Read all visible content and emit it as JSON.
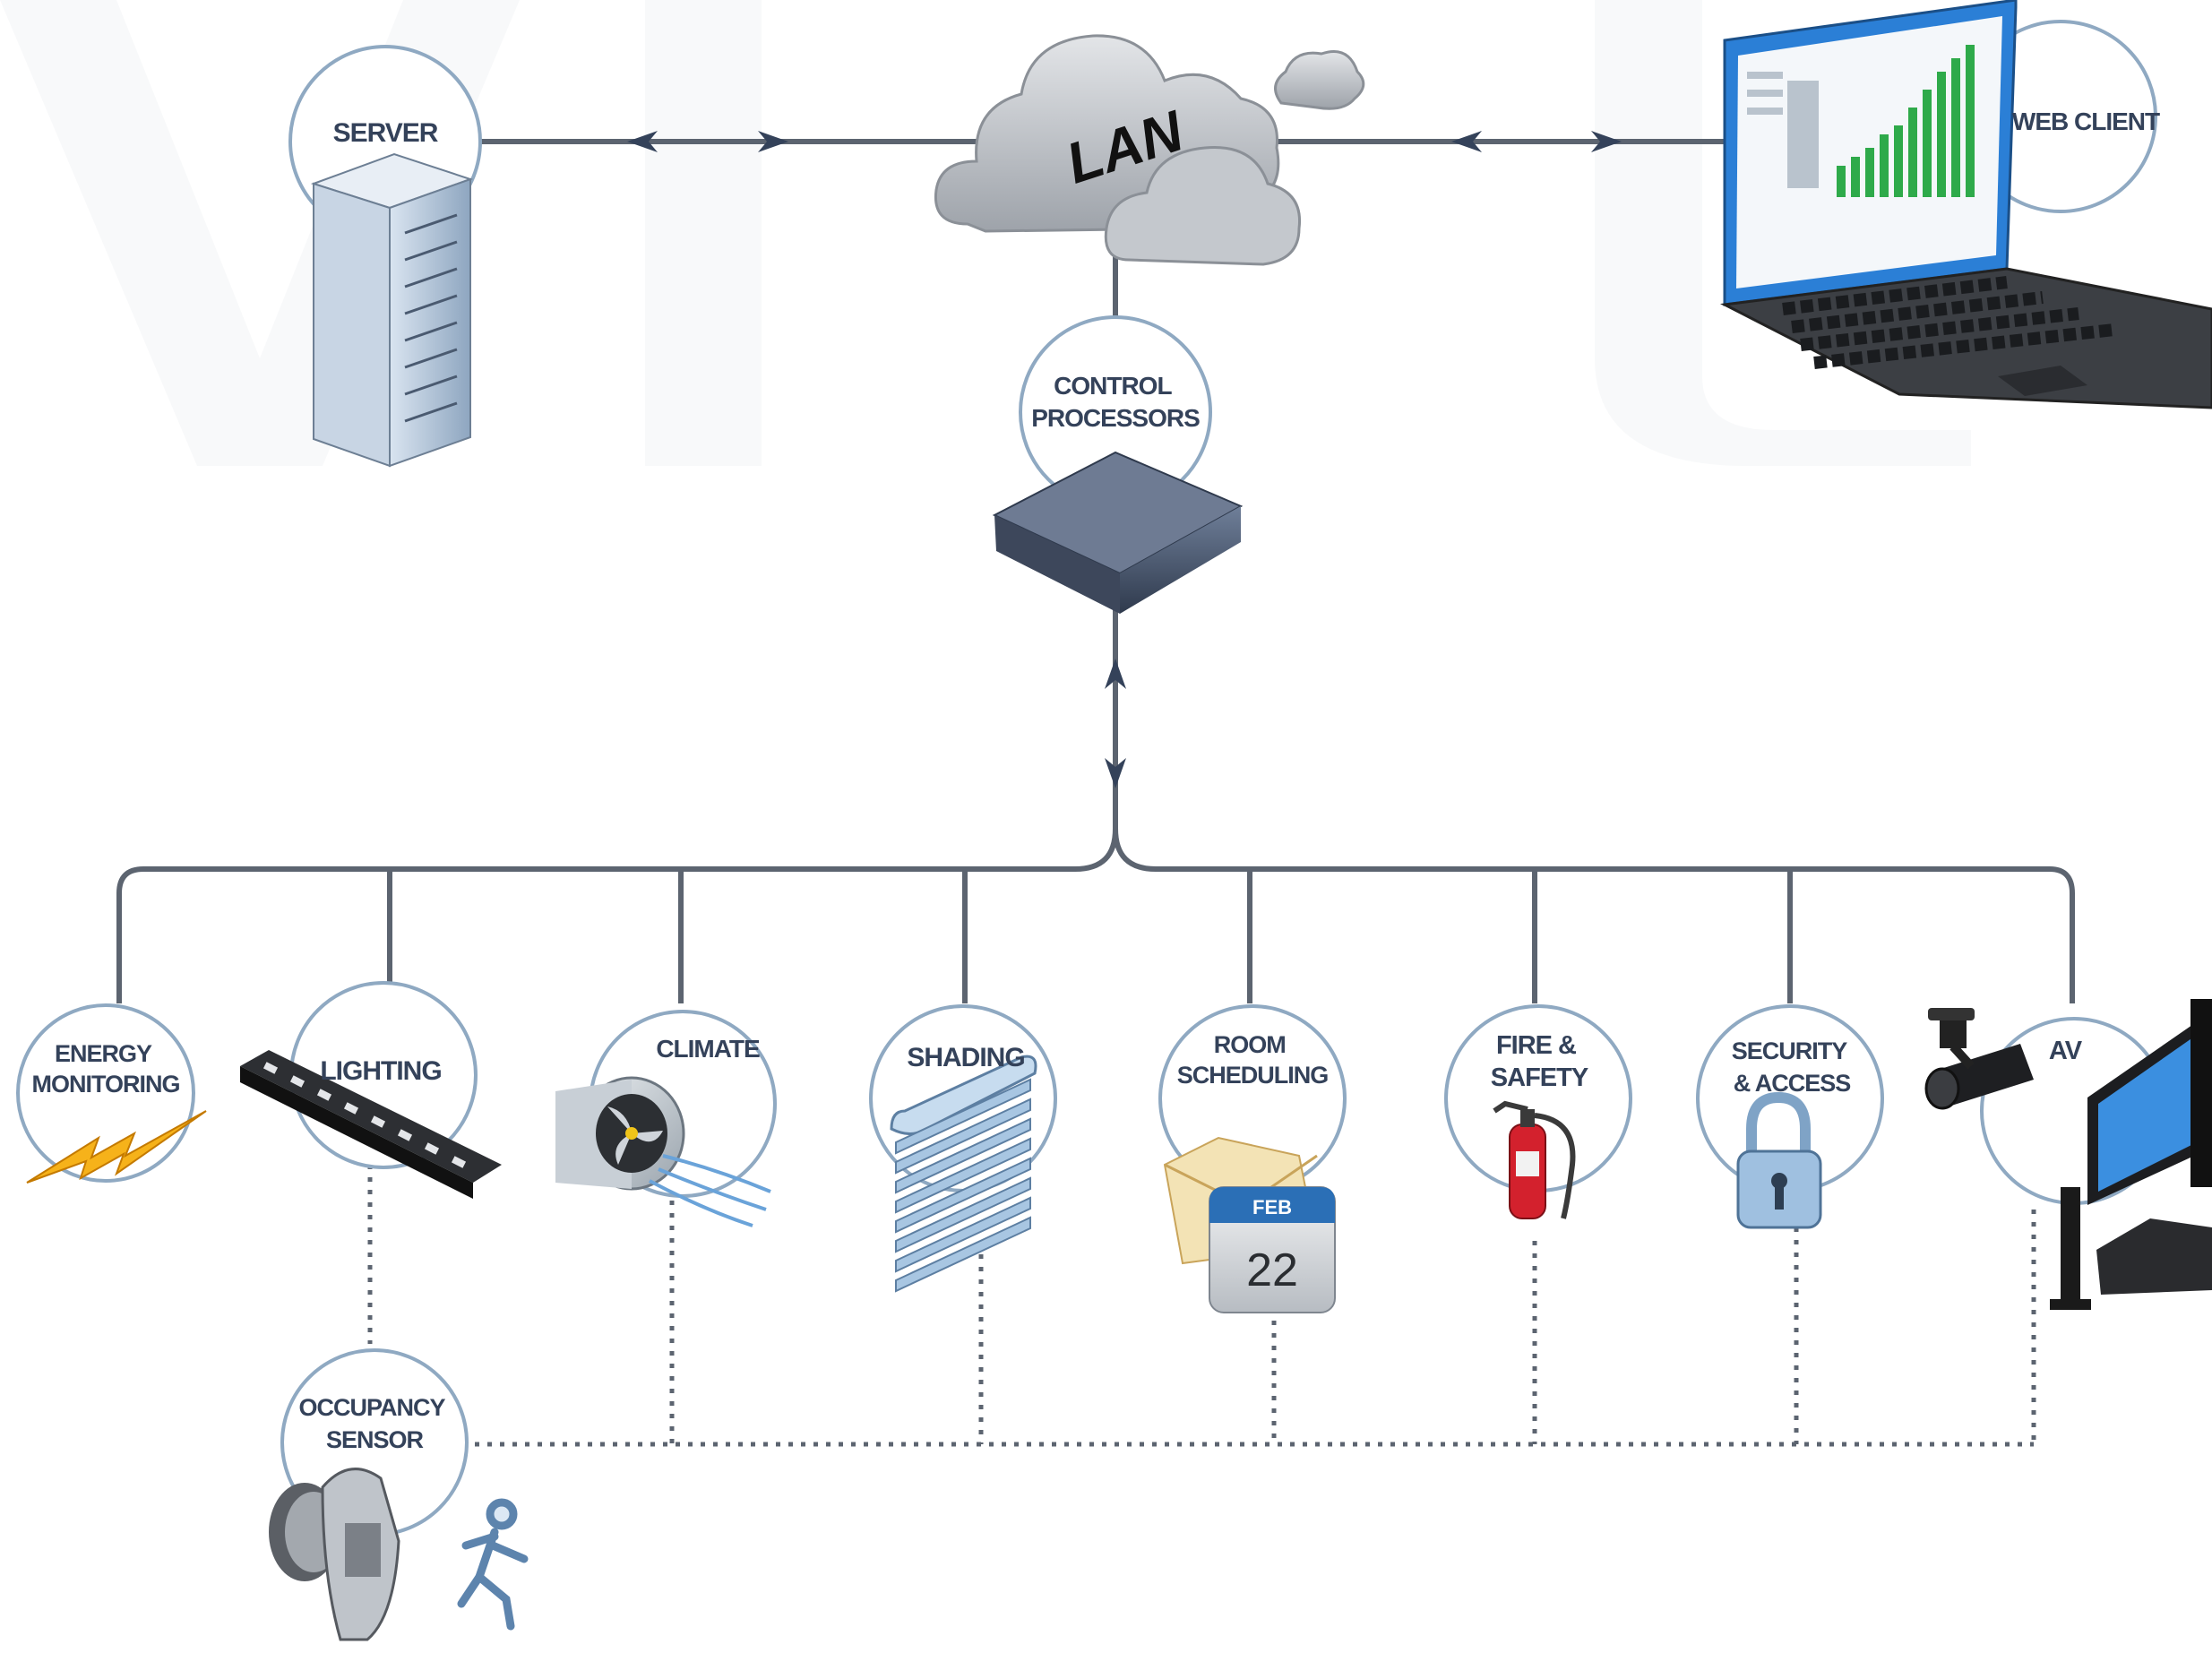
{
  "nodes": {
    "server": {
      "label": [
        "SERVER"
      ]
    },
    "lan": {
      "label": "LAN"
    },
    "web_client": {
      "label": [
        "WEB CLIENT"
      ]
    },
    "control_processors": {
      "label": [
        "CONTROL",
        "PROCESSORS"
      ]
    },
    "energy_monitoring": {
      "label": [
        "ENERGY",
        "MONITORING"
      ]
    },
    "lighting": {
      "label": [
        "LIGHTING"
      ]
    },
    "climate": {
      "label": [
        "CLIMATE"
      ]
    },
    "shading": {
      "label": [
        "SHADING"
      ]
    },
    "room_scheduling": {
      "label": [
        "ROOM",
        "SCHEDULING"
      ]
    },
    "fire_safety": {
      "label": [
        "FIRE &",
        "SAFETY"
      ]
    },
    "security_access": {
      "label": [
        "SECURITY",
        "& ACCESS"
      ]
    },
    "av": {
      "label": [
        "AV"
      ]
    },
    "occupancy_sensor": {
      "label": [
        "OCCUPANCY",
        "SENSOR"
      ]
    }
  },
  "calendar": {
    "month": "FEB",
    "day": "22"
  },
  "colors": {
    "line": "#5c6470",
    "circle_border": "#8fa9c2",
    "label": "#34425a",
    "cloud": "#b9bdc3",
    "screen_blue": "#2b7fd6",
    "chart_green": "#2eaa4a",
    "extinguisher_red": "#d3212d",
    "bolt_yellow": "#f6b21a"
  },
  "icons": {
    "server": "server-rack-icon",
    "lan": "cloud-icon",
    "web_client": "laptop-icon",
    "control_processors": "processor-box-icon",
    "energy_monitoring": "lightning-bolt-icon",
    "lighting": "light-fixture-icon",
    "climate": "fan-duct-icon",
    "shading": "window-blind-icon",
    "room_scheduling": "calendar-icon",
    "fire_safety": "fire-extinguisher-icon",
    "security_access": "padlock-icon",
    "av": "camera-and-display-icon",
    "occupancy_sensor": "motion-sensor-icon"
  }
}
